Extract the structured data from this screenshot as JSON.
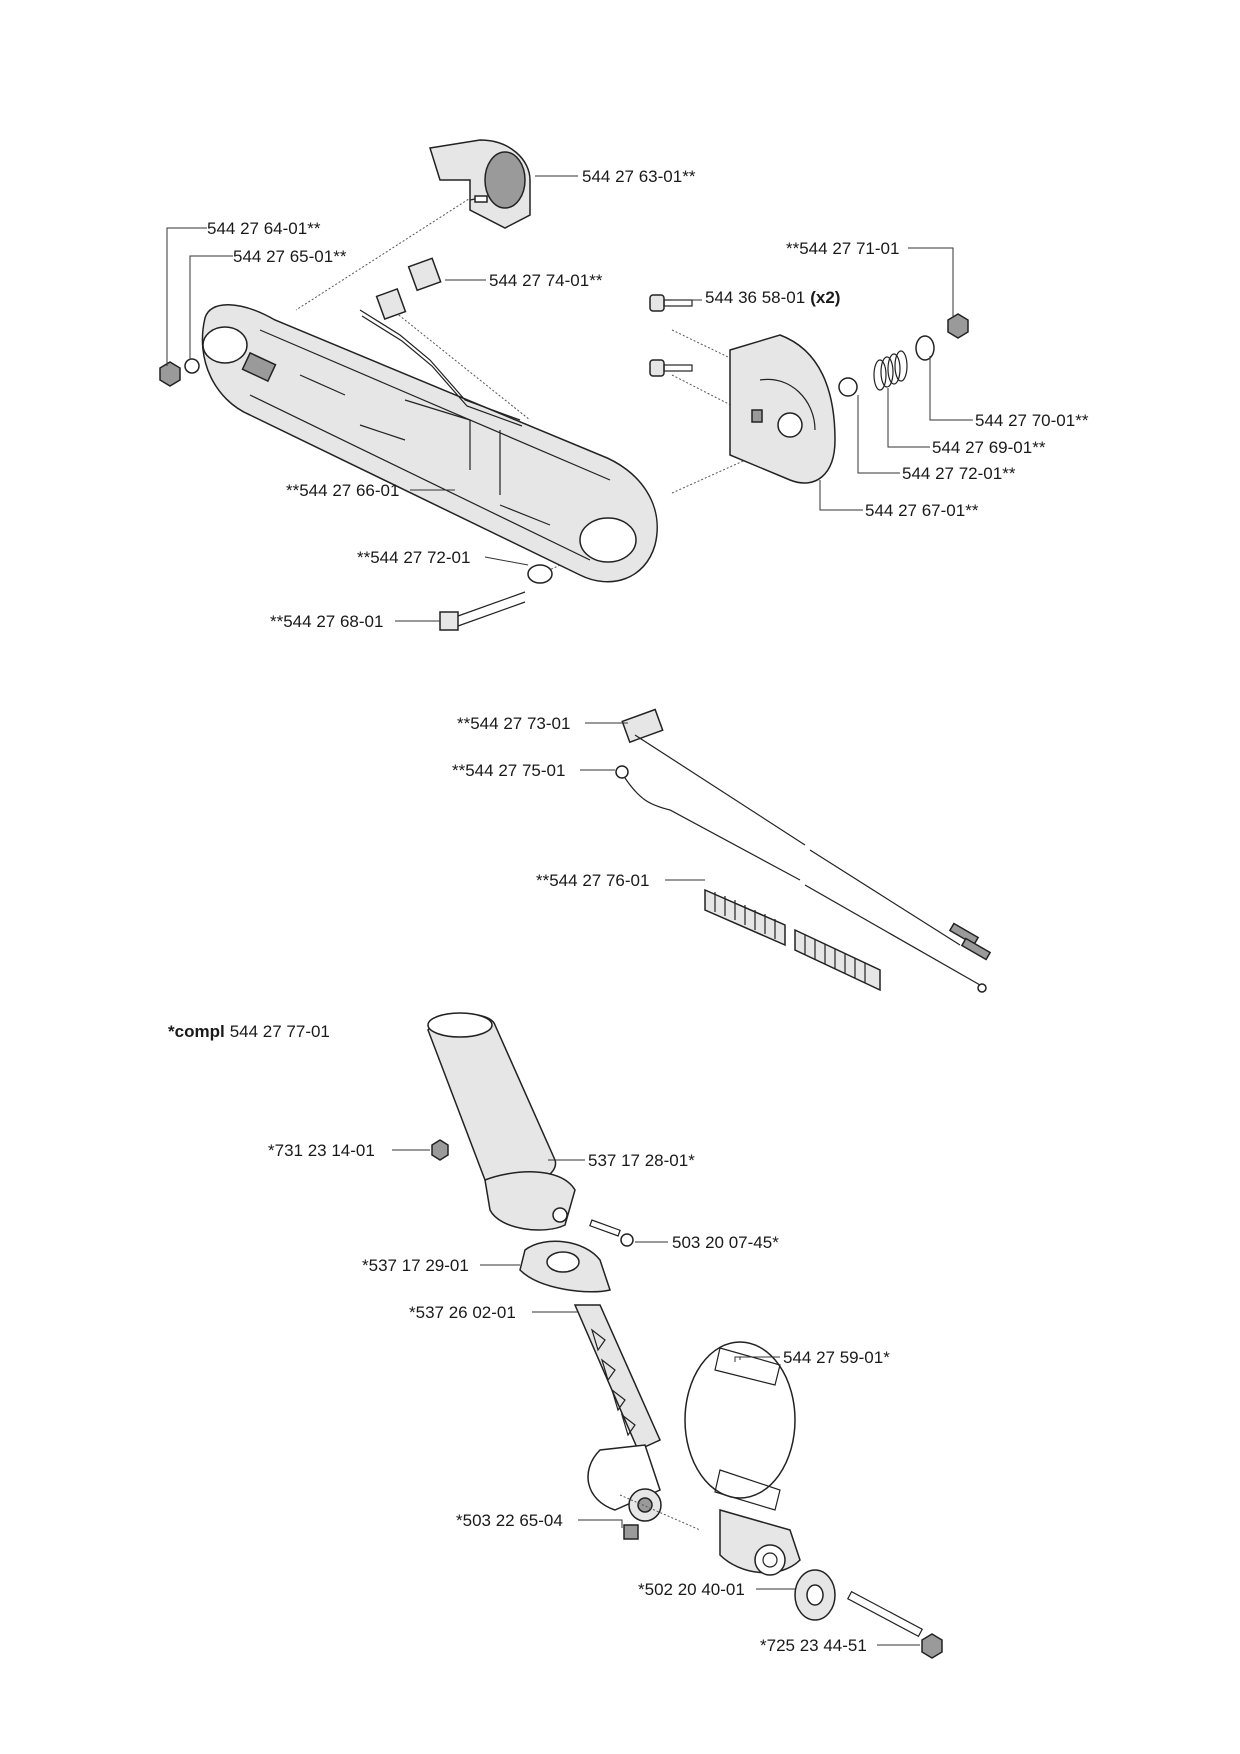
{
  "labels": {
    "p544_27_63": "544 27 63-01**",
    "p544_27_64": "544 27 64-01**",
    "p544_27_65": "544 27 65-01**",
    "p544_27_74": "544 27 74-01**",
    "p544_27_71": "**544 27 71-01",
    "p544_36_58": "544 36 58-01",
    "p544_36_58_qty": "(x2)",
    "p544_27_70": "544 27 70-01**",
    "p544_27_69": "544 27 69-01**",
    "p544_27_72b": "544 27 72-01**",
    "p544_27_67": "544 27 67-01**",
    "p544_27_66": "**544 27 66-01",
    "p544_27_72a": "**544 27 72-01",
    "p544_27_68": "**544 27 68-01",
    "p544_27_73": "**544 27 73-01",
    "p544_27_75": "**544 27 75-01",
    "p544_27_76": "**544 27 76-01",
    "compl_prefix": "*compl",
    "compl_number": "544 27 77-01",
    "p731_23_14": "*731 23 14-01",
    "p537_17_28": "537 17 28-01*",
    "p503_20_07": "503 20 07-45*",
    "p537_17_29": "*537 17 29-01",
    "p537_26_02": "*537 26 02-01",
    "p544_27_59": "544 27 59-01*",
    "p503_22_65": "*503 22 65-04",
    "p502_20_40": "*502 20 40-01",
    "p725_23_44": "*725 23 44-51"
  }
}
